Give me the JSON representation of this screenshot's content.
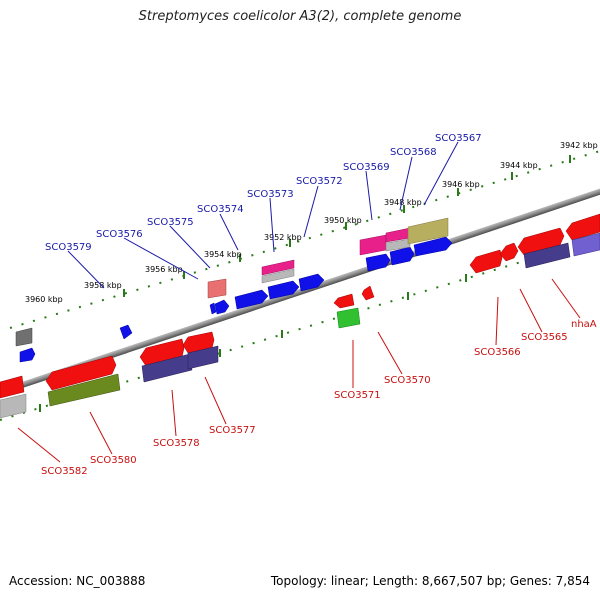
{
  "title": "Streptomyces coelicolor A3(2), complete genome",
  "accession": "Accession: NC_003888",
  "summary": "Topology: linear; Length: 8,667,507 bp; Genes: 7,854",
  "ruler_labels": [
    "3960 kbp",
    "3958 kbp",
    "3956 kbp",
    "3954 kbp",
    "3952 kbp",
    "3950 kbp",
    "3948 kbp",
    "3946 kbp",
    "3944 kbp",
    "3942 kbp"
  ],
  "top_gene_labels": [
    "SCO3579",
    "SCO3576",
    "SCO3575",
    "SCO3574",
    "SCO3573",
    "SCO3572",
    "SCO3569",
    "SCO3568",
    "SCO3567"
  ],
  "bottom_gene_labels": [
    "SCO3582",
    "SCO3580",
    "SCO3578",
    "SCO3577",
    "SCO3571",
    "SCO3570",
    "SCO3566",
    "SCO3565",
    "nhaA"
  ],
  "colors": {
    "blue": "#1010e8",
    "red": "#f01010",
    "magenta": "#e8208a",
    "khaki": "#b8ae60",
    "gray": "#b8b8b8",
    "dark_gray": "#707070",
    "olive": "#6a8a20",
    "navy": "#463c8c",
    "light_red": "#e87070",
    "green": "#30c030",
    "purple": "#7060d0",
    "label_blue": "#1a1aa8",
    "label_red": "#c81010",
    "ruler_green": "#2a7a1a"
  }
}
